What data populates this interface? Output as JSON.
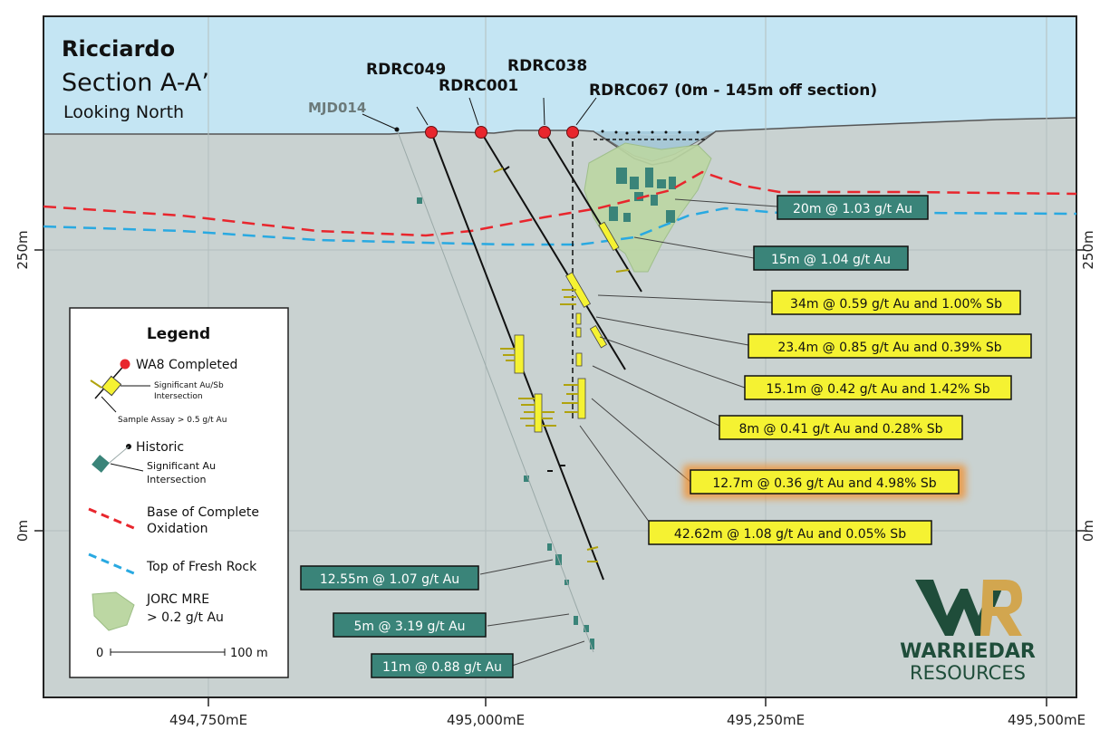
{
  "title": {
    "name": "Ricciardo",
    "section": "Section A-A’",
    "looking": "Looking North"
  },
  "axes": {
    "x_ticks": [
      "494,750mE",
      "495,000mE",
      "495,250mE",
      "495,500mE"
    ],
    "y_ticks": [
      "250m",
      "0m"
    ]
  },
  "holes": [
    {
      "id": "MJD014",
      "type": "historic"
    },
    {
      "id": "RDRC049",
      "type": "completed"
    },
    {
      "id": "RDRC001",
      "type": "completed"
    },
    {
      "id": "RDRC038",
      "type": "completed"
    },
    {
      "id": "RDRC067 (0m - 145m off section)",
      "type": "completed"
    }
  ],
  "callouts": [
    {
      "text": "20m @ 1.03 g/t Au",
      "kind": "historic"
    },
    {
      "text": "15m @ 1.04 g/t Au",
      "kind": "historic"
    },
    {
      "text": "34m @ 0.59 g/t Au and 1.00% Sb",
      "kind": "new"
    },
    {
      "text": "23.4m @ 0.85 g/t Au and 0.39% Sb",
      "kind": "new"
    },
    {
      "text": "15.1m @ 0.42 g/t Au and 1.42% Sb",
      "kind": "new"
    },
    {
      "text": "8m @ 0.41 g/t Au and 0.28% Sb",
      "kind": "new"
    },
    {
      "text": "12.7m @ 0.36 g/t Au and 4.98% Sb",
      "kind": "highlight"
    },
    {
      "text": "42.62m @ 1.08 g/t Au and 0.05% Sb",
      "kind": "new"
    },
    {
      "text": "12.55m @ 1.07 g/t Au",
      "kind": "historic"
    },
    {
      "text": "5m @ 3.19 g/t Au",
      "kind": "historic"
    },
    {
      "text": "11m @ 0.88 g/t Au",
      "kind": "historic"
    }
  ],
  "legend": {
    "title": "Legend",
    "wa8": "WA8 Completed",
    "sig_ausb_1": "Significant Au/Sb",
    "sig_ausb_2": "Intersection",
    "sample_assay": "Sample Assay > 0.5 g/t Au",
    "historic": "Historic",
    "sig_au_1": "Significant Au",
    "sig_au_2": "Intersection",
    "boco_1": "Base of Complete",
    "boco_2": "Oxidation",
    "tofr": "Top of Fresh Rock",
    "jorc_1": "JORC MRE",
    "jorc_2": "> 0.2 g/t Au",
    "scale_start": "0",
    "scale_end": "100 m"
  },
  "logo": {
    "name_1": "WARRIEDAR",
    "name_2": "RESOURCES"
  },
  "colors": {
    "sky": "#c4e5f3",
    "ground": "#c9d2d1",
    "red_line": "#e8262d",
    "blue_line": "#29a9e1",
    "completed": "#e8262d",
    "historic_box": "#3a8479",
    "new_box": "#f5f232",
    "highlight_glow": "#f28e2b",
    "jorc": "#bcd7a3",
    "logo_green": "#1f4d3a",
    "logo_gold": "#d2a64f"
  }
}
